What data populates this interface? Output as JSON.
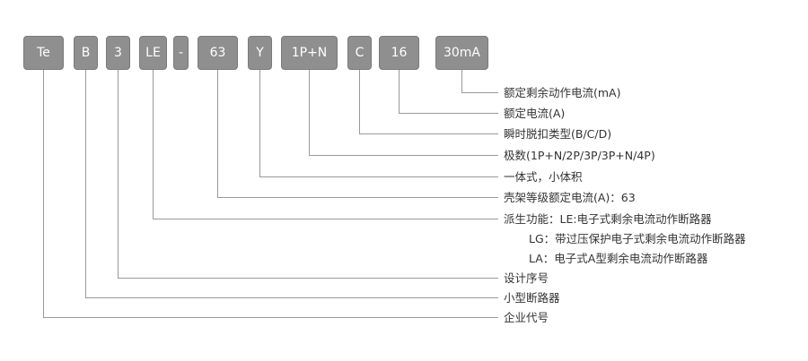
{
  "codes": [
    "Te",
    "B",
    "3",
    "LE",
    "-",
    "63",
    "Y",
    "1P+N",
    "C",
    "16",
    "30mA"
  ],
  "descriptions": [
    "额定剩余动作电流(mA)",
    "额定电流(A)",
    "瞬时脱扣类型(B/C/D)",
    "极数(1P+N/2P/3P/3P+N/4P)",
    "一体式，小体积",
    "壳架等级额定电流(A)：63",
    "派生功能：LE:电子式剩余电流动作断路器",
    "LG：带过压保护电子式剩余电流动作断路器",
    "LA：电子式A型剩余电流动作断路器",
    "设计序号",
    "小型断路器",
    "企业代号"
  ],
  "colors": {
    "box_fill": "#8f8f8f",
    "box_text": "#ffffff",
    "line": "#999999",
    "text": "#333333"
  }
}
